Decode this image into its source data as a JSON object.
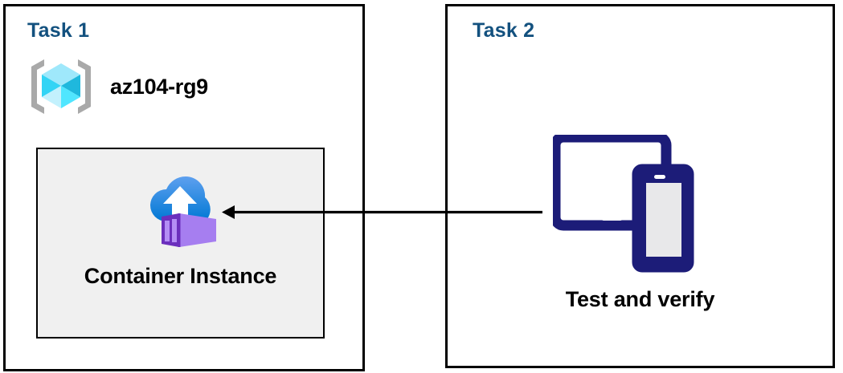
{
  "diagram": {
    "title_color": "#13517f",
    "panels": [
      {
        "id": "task1",
        "title": "Task 1",
        "resource_group": {
          "icon": "azure-resource-group-icon",
          "label": "az104-rg9"
        },
        "resource": {
          "icon": "azure-container-instance-icon",
          "label": "Container Instance",
          "box_fill": "#f0f0f0",
          "box_border": "#000000"
        }
      },
      {
        "id": "task2",
        "title": "Task 2",
        "devices": {
          "icon": "tablet-and-phone-icon",
          "label": "Test and verify",
          "icon_color": "#1c1c78"
        }
      }
    ],
    "connector": {
      "name": "arrow-right-to-left",
      "direction": "left",
      "color": "#000000",
      "from": "Test and verify",
      "to": "Container Instance"
    }
  }
}
